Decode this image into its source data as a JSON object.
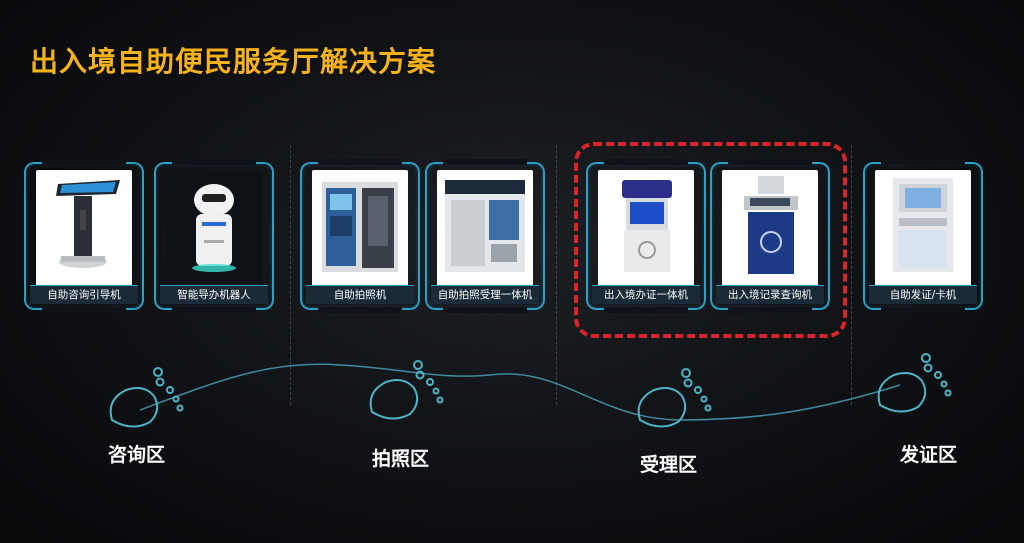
{
  "title": "出入境自助便民服务厅解决方案",
  "devices": [
    {
      "name": "自助咨询引导机"
    },
    {
      "name": "智能导办机器人"
    },
    {
      "name": "自助拍照机"
    },
    {
      "name": "自助拍照受理一体机"
    },
    {
      "name": "出入境办证一体机"
    },
    {
      "name": "出入境记录查询机"
    },
    {
      "name": "自助发证/卡机"
    }
  ],
  "zones": [
    "咨询区",
    "拍照区",
    "受理区",
    "发证区"
  ],
  "colors": {
    "title": "#f5b21a",
    "frame": "#2c9fc4",
    "highlight": "#d9242a",
    "path": "#4fb3c8"
  }
}
